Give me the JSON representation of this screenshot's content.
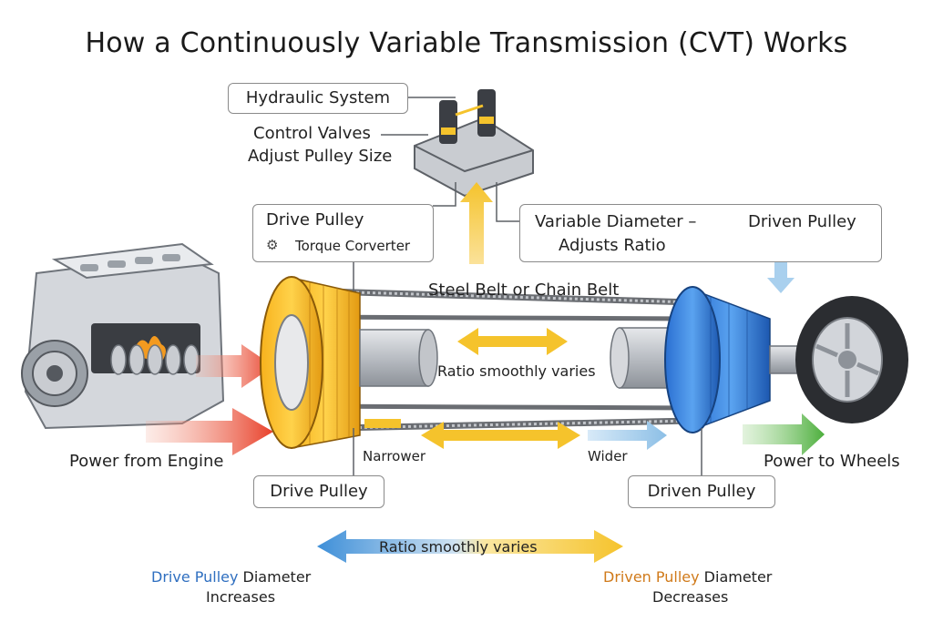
{
  "title": "How a Continuously Variable Transmission (CVT) Works",
  "hydraulic": {
    "label": "Hydraulic System",
    "valves_line1": "Control Valves",
    "valves_line2": "Adjust Pulley Size"
  },
  "drive_box": {
    "title": "Drive Pulley",
    "sub": "Torque Corverter"
  },
  "variable_box": {
    "line1": "Variable Diameter –",
    "line2": "Adjusts Ratio",
    "driven": "Driven Pulley"
  },
  "belt_label": "Steel Belt or Chain Belt",
  "ratio_mid": "Ratio smoothly varies",
  "narrower": "Narrower",
  "wider": "Wider",
  "power_engine": "Power from Engine",
  "power_wheels": "Power to Wheels",
  "drive_pulley_label": "Drive Pulley",
  "driven_pulley_label": "Driven Pulley",
  "ratio_bottom": "Ratio smoothly varies",
  "drive_diameter": {
    "name": "Drive Pulley",
    "rest": " Diameter",
    "change": "Increases"
  },
  "driven_diameter": {
    "name": "Driven Pulley",
    "rest": " Diameter",
    "change": "Decreases"
  },
  "colors": {
    "drive_blue": "#2f6fc0",
    "driven_orange": "#d07a1a",
    "arrow_yellow": "#f5c32c",
    "arrow_red": "#e8402a",
    "arrow_green": "#4cae3c",
    "arrow_blue": "#8cbfe6"
  }
}
